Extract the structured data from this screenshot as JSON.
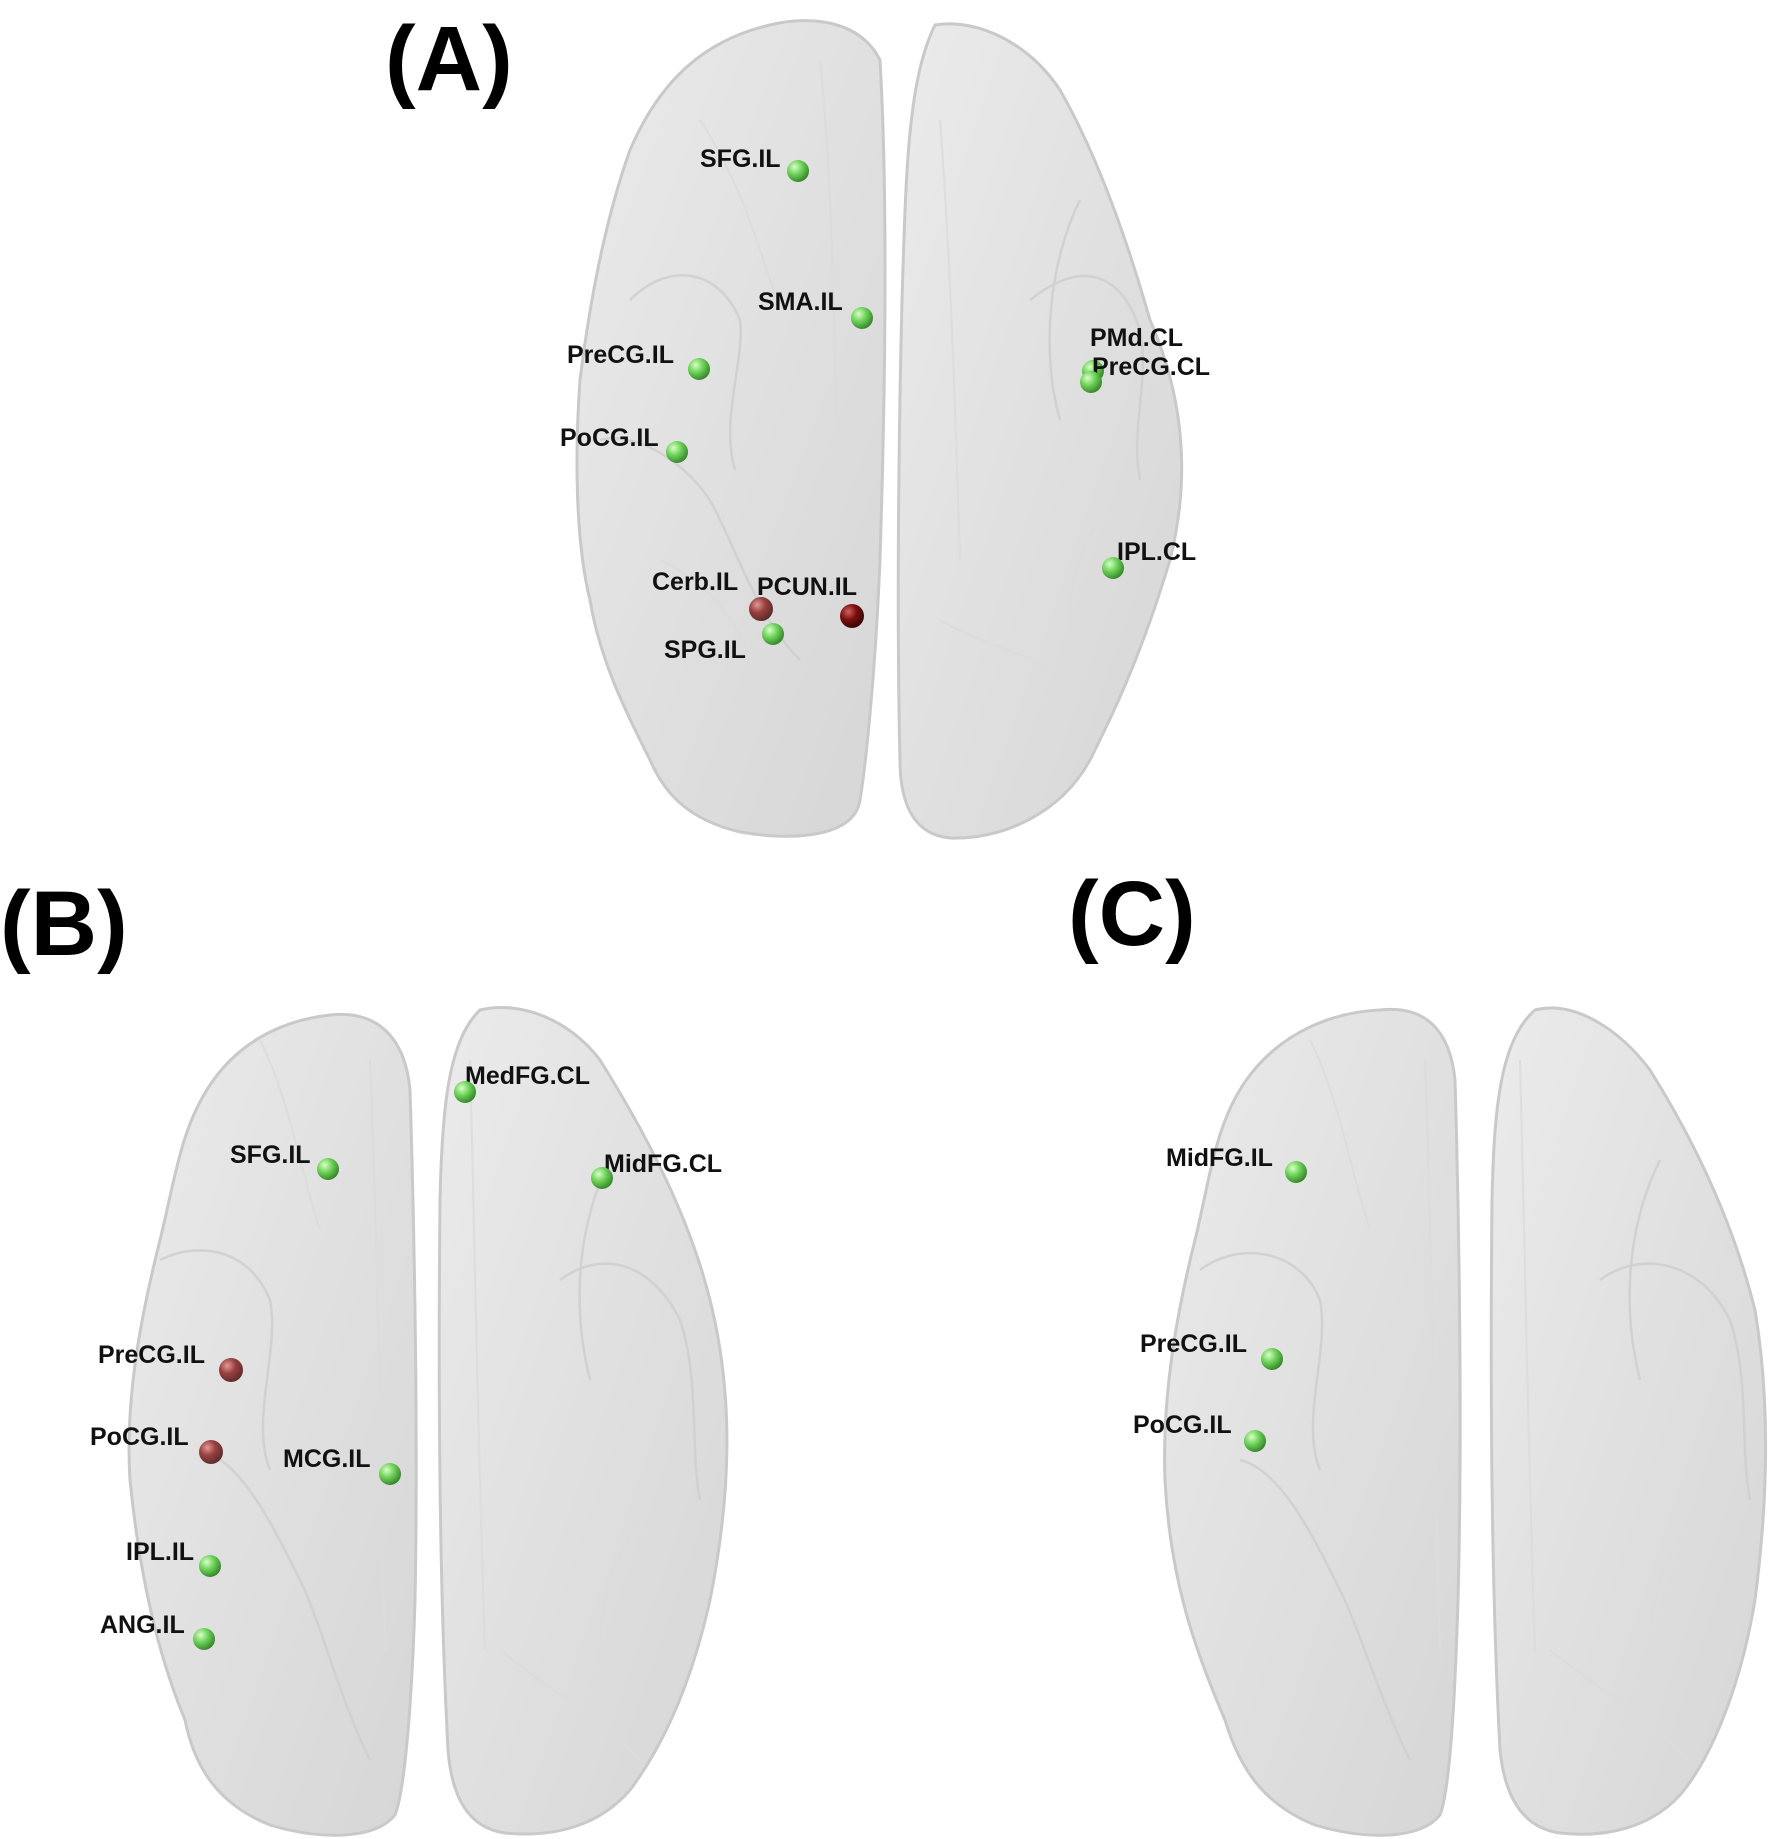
{
  "colors": {
    "positive_node": "#6fd25a",
    "negative_node": "#8b2323",
    "brain": "#e2e2e2"
  },
  "panels": [
    {
      "label": "(A)",
      "nodes": [
        {
          "name": "SFG.IL",
          "color": "green"
        },
        {
          "name": "SMA.IL",
          "color": "green"
        },
        {
          "name": "PreCG.IL",
          "color": "green"
        },
        {
          "name": "PoCG.IL",
          "color": "green"
        },
        {
          "name": "Cerb.IL",
          "color": "red"
        },
        {
          "name": "PCUN.IL",
          "color": "red"
        },
        {
          "name": "SPG.IL",
          "color": "green"
        },
        {
          "name": "PMd.CL",
          "color": "green"
        },
        {
          "name": "PreCG.CL",
          "color": "green"
        },
        {
          "name": "IPL.CL",
          "color": "green"
        }
      ]
    },
    {
      "label": "(B)",
      "nodes": [
        {
          "name": "MedFG.CL",
          "color": "green"
        },
        {
          "name": "SFG.IL",
          "color": "green"
        },
        {
          "name": "MidFG.CL",
          "color": "green"
        },
        {
          "name": "PreCG.IL",
          "color": "red"
        },
        {
          "name": "PoCG.IL",
          "color": "red"
        },
        {
          "name": "MCG.IL",
          "color": "green"
        },
        {
          "name": "IPL.IL",
          "color": "green"
        },
        {
          "name": "ANG.IL",
          "color": "green"
        }
      ]
    },
    {
      "label": "(C)",
      "nodes": [
        {
          "name": "MidFG.IL",
          "color": "green"
        },
        {
          "name": "PreCG.IL",
          "color": "green"
        },
        {
          "name": "PoCG.IL",
          "color": "green"
        }
      ]
    }
  ]
}
